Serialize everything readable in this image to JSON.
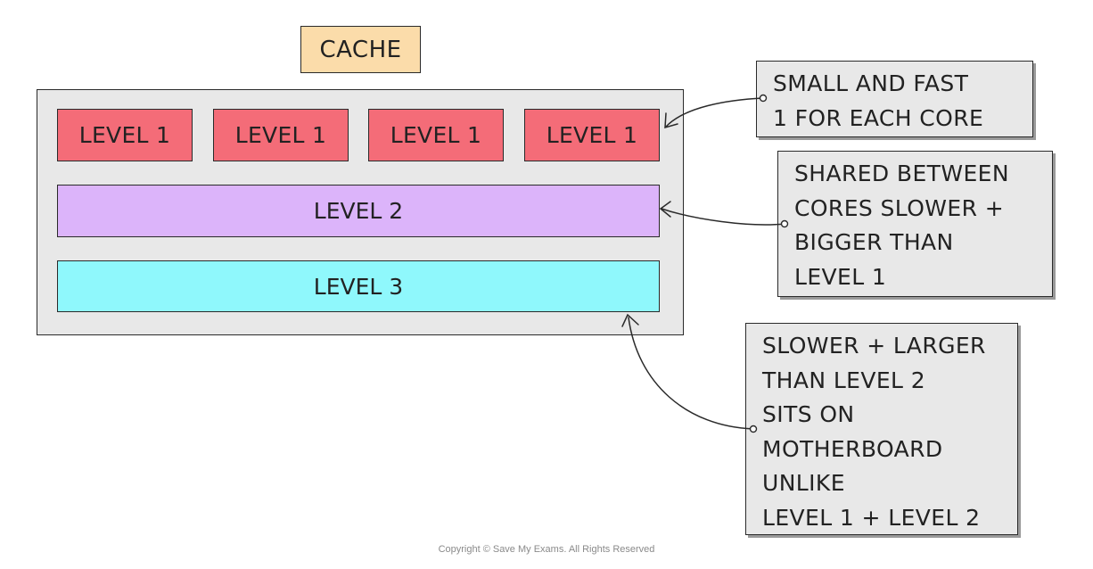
{
  "diagram": {
    "title": "CACHE",
    "level1_labels": [
      "LEVEL 1",
      "LEVEL 1",
      "LEVEL 1",
      "LEVEL 1"
    ],
    "level2_label": "LEVEL 2",
    "level3_label": "LEVEL 3",
    "notes": {
      "level1": "SMALL AND FAST\n1 FOR EACH CORE",
      "level2": "SHARED BETWEEN\nCORES SLOWER +\nBIGGER THAN\nLEVEL 1",
      "level3": "SLOWER + LARGER\nTHAN LEVEL 2\nSITS ON\nMOTHERBOARD\nUNLIKE\nLEVEL 1 + LEVEL 2"
    },
    "colors": {
      "title": "#fbdcaa",
      "frame": "#e8e8e8",
      "level1": "#f46c78",
      "level2": "#dcb4fa",
      "level3": "#8ff8fc"
    }
  },
  "footer": {
    "copyright": "Copyright © Save My Exams. All Rights Reserved"
  }
}
